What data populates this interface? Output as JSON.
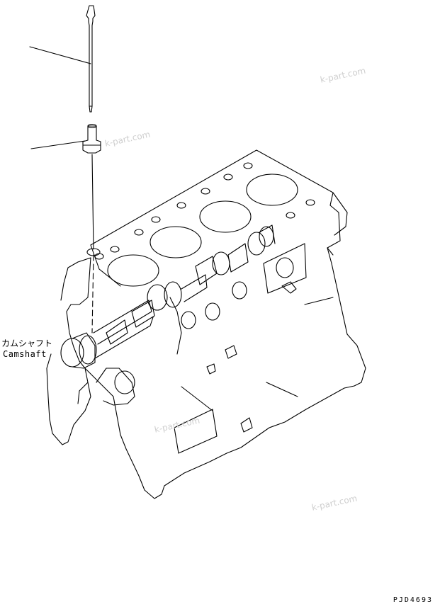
{
  "labels": {
    "camshaft_jp": "カムシャフト",
    "camshaft_en": "Camshaft"
  },
  "drawing_code": "PJD4693",
  "watermarks": [
    "k-part.com",
    "k-part.com",
    "k-part.com",
    "k-part.com"
  ],
  "colors": {
    "line": "#000000",
    "watermark": "#cfcfcf",
    "background": "#ffffff"
  }
}
